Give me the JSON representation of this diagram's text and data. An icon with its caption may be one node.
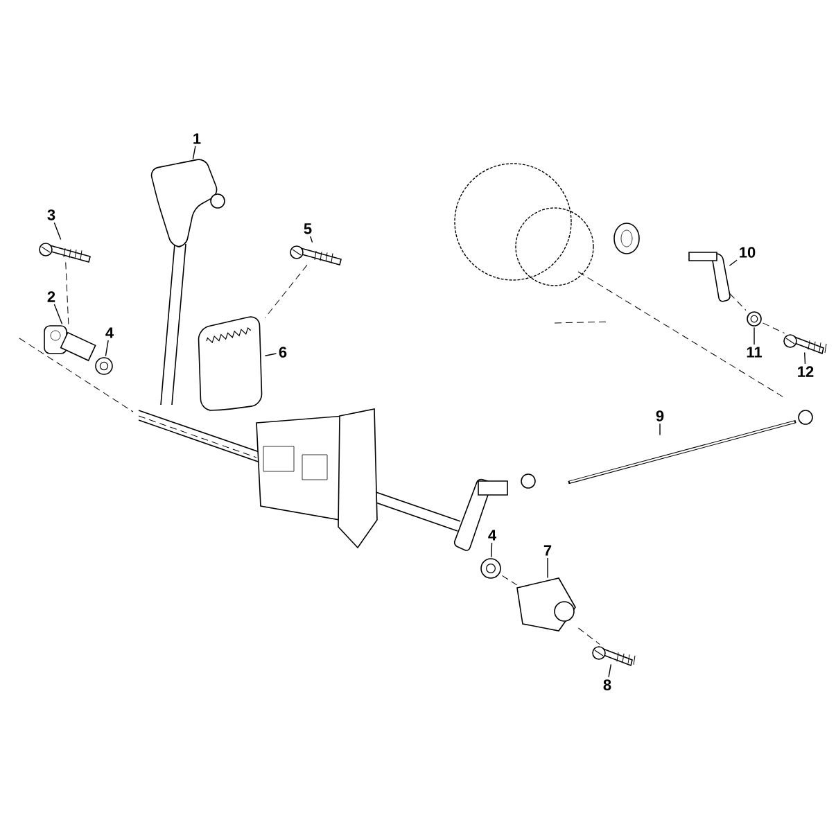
{
  "diagram": {
    "nodes": [
      {
        "text": [
          "1"
        ]
      },
      {
        "text": [
          "3"
        ]
      },
      {
        "text": [
          "5"
        ]
      },
      {
        "text": [
          "10"
        ]
      },
      {
        "text": [
          "2"
        ]
      },
      {
        "text": [
          "4"
        ]
      },
      {
        "text": [
          "6"
        ]
      },
      {
        "text": [
          "11"
        ]
      },
      {
        "text": [
          "12"
        ]
      },
      {
        "text": [
          "9"
        ]
      },
      {
        "text": [
          "4"
        ]
      },
      {
        "text": [
          "7"
        ]
      },
      {
        "text": [
          "8"
        ]
      },
      {
        "text": [],
        "shape": "picture"
      },
      {
        "text": [],
        "shape": "picture"
      },
      {
        "text": [],
        "shape": "picture"
      },
      {
        "text": [],
        "shape": "picture"
      },
      {
        "text": [],
        "shape": "picture"
      },
      {
        "text": [],
        "shape": "picture"
      },
      {
        "text": [],
        "shape": "picture"
      },
      {
        "text": [],
        "shape": "picture"
      },
      {
        "text": [],
        "shape": "picture"
      },
      {
        "text": [],
        "shape": "picture"
      },
      {
        "text": [],
        "shape": "picture"
      },
      {
        "text": [],
        "shape": "picture"
      },
      {
        "text": [],
        "shape": "picture"
      }
    ],
    "edges": [
      {
        "from": 0,
        "to": 13,
        "arrow": "none"
      },
      {
        "from": 1,
        "to": 14,
        "arrow": "none"
      },
      {
        "from": 2,
        "to": 15,
        "arrow": "none"
      },
      {
        "from": 3,
        "to": 16,
        "arrow": "none"
      },
      {
        "from": 4,
        "to": 17,
        "arrow": "none"
      },
      {
        "from": 5,
        "to": 18,
        "arrow": "none"
      },
      {
        "from": 6,
        "to": 19,
        "arrow": "none"
      },
      {
        "from": 7,
        "to": 20,
        "arrow": "none"
      },
      {
        "from": 8,
        "to": 21,
        "arrow": "none"
      },
      {
        "from": 9,
        "to": 22,
        "arrow": "none"
      },
      {
        "from": 10,
        "to": 23,
        "arrow": "none"
      },
      {
        "from": 11,
        "to": 24,
        "arrow": "none"
      },
      {
        "from": 12,
        "to": 25,
        "arrow": "none"
      },
      {
        "from": 14,
        "to": 17,
        "arrow": "none",
        "style": "dashed"
      },
      {
        "from": 15,
        "to": 19,
        "arrow": "none",
        "style": "dashed"
      },
      {
        "from": 16,
        "to": 20,
        "arrow": "none",
        "style": "dashed"
      },
      {
        "from": 20,
        "to": 21,
        "arrow": "none",
        "style": "dashed"
      },
      {
        "from": 23,
        "to": 24,
        "arrow": "none",
        "style": "dashed"
      },
      {
        "from": 24,
        "to": 25,
        "arrow": "none",
        "style": "dashed"
      }
    ]
  }
}
